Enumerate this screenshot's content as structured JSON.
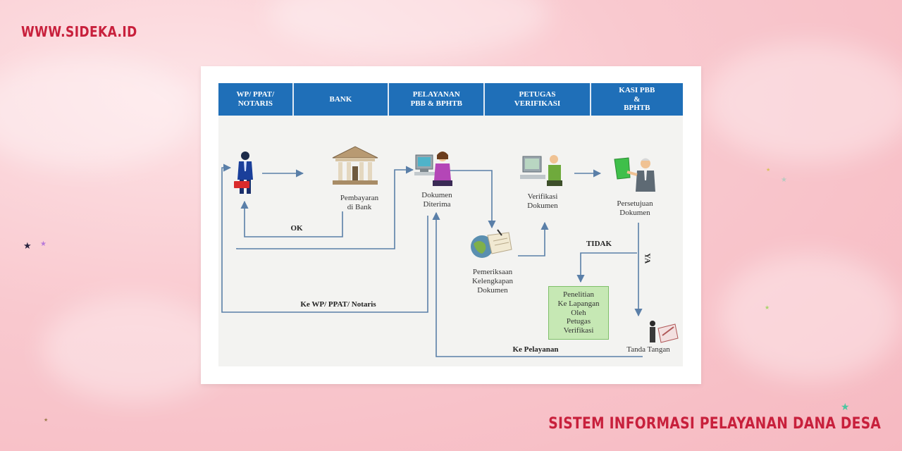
{
  "site": {
    "brand": "WWW.SIDEKA.ID",
    "footer_title": "SISTEM INFORMASI PELAYANAN DANA DESA"
  },
  "colors": {
    "brand": "#c8203c",
    "lane_header": "#1f6fb8",
    "arrow": "#5a7fa8",
    "green_box": "#c6e8b4"
  },
  "diagram": {
    "lanes": [
      "WP/ PPAT/\nNOTARIS",
      "BANK",
      "PELAYANAN\nPBB & BPHTB",
      "PETUGAS\nVERIFIKASI",
      "KASI PBB\n&\nBPHTB"
    ],
    "nodes": {
      "pembayaran": "Pembayaran\ndi Bank",
      "dokumen_diterima": "Dokumen\nDiterima",
      "verifikasi": "Verifikasi\nDokumen",
      "persetujuan": "Persetujuan\nDokumen",
      "pemeriksaan": "Pemeriksaan\nKelengkapan\nDokumen",
      "penelitian": "Penelitian\nKe Lapangan\nOleh\nPetugas\nVerifikasi",
      "tanda_tangan": "Tanda Tangan"
    },
    "edges": {
      "ok": "OK",
      "ke_wp": "Ke WP/ PPAT/ Notaris",
      "tidak": "TIDAK",
      "ya": "YA",
      "ke_pelayanan": "Ke Pelayanan"
    },
    "icons": [
      "businessman-icon",
      "bank-building-icon",
      "computer-operator-icon",
      "computer-verifier-icon",
      "approver-icon",
      "globe-documents-icon",
      "signing-icon"
    ]
  }
}
